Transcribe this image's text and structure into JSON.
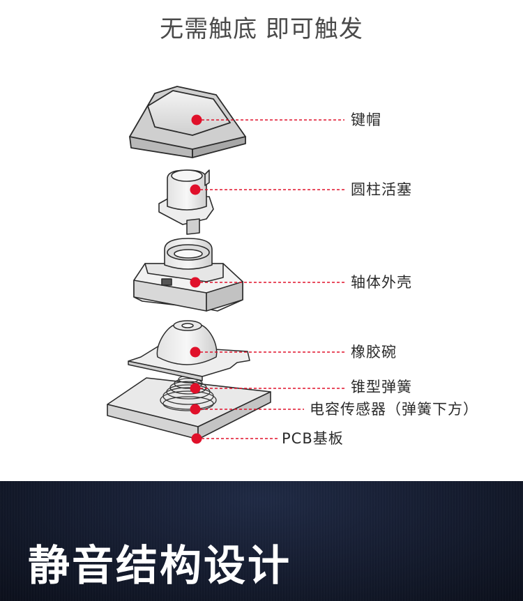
{
  "title": "无需触底 即可触发",
  "labels": {
    "keycap": "键帽",
    "piston": "圆柱活塞",
    "housing": "轴体外壳",
    "rubber_dome": "橡胶碗",
    "cone_spring": "锥型弹簧",
    "capacitive_sensor": "电容传感器（弹簧下方）",
    "pcb": "PCB基板"
  },
  "heading": "静音结构设计",
  "colors": {
    "marker": "#e0102a",
    "outline": "#2b2b2b",
    "background_dark": "#141b2e"
  }
}
